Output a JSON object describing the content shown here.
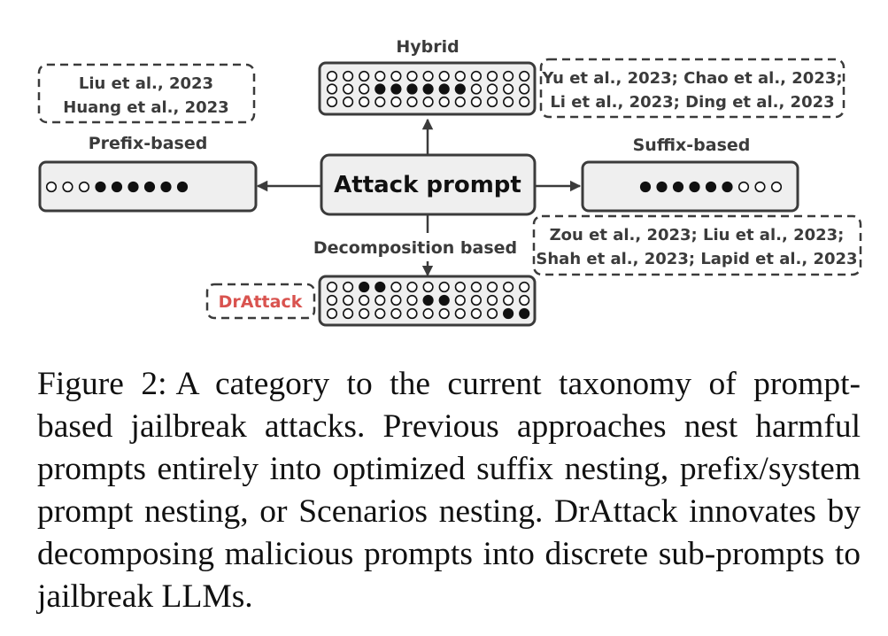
{
  "diagram": {
    "center": {
      "label": "Attack prompt"
    },
    "hybrid": {
      "title": "Hybrid",
      "rows": [
        [
          0,
          0,
          0,
          0,
          0,
          0,
          0,
          0,
          0,
          0,
          0,
          0,
          0
        ],
        [
          0,
          0,
          0,
          1,
          1,
          1,
          1,
          1,
          1,
          0,
          0,
          0,
          0
        ],
        [
          0,
          0,
          0,
          0,
          0,
          0,
          0,
          0,
          0,
          0,
          0,
          0,
          0
        ]
      ],
      "refs": [
        "Yu et al., 2023; Chao et al., 2023;",
        "Li et al., 2023; Ding et al., 2023"
      ]
    },
    "prefix": {
      "title": "Prefix-based",
      "tokens": [
        0,
        0,
        0,
        1,
        1,
        1,
        1,
        1,
        1
      ],
      "refs": [
        "Liu et al., 2023",
        "Huang et al., 2023"
      ]
    },
    "suffix": {
      "title": "Suffix-based",
      "tokens": [
        1,
        1,
        1,
        1,
        1,
        1,
        0,
        0,
        0
      ],
      "refs": [
        "Zou et al., 2023; Liu et al., 2023;",
        "Shah et al., 2023; Lapid et al., 2023"
      ]
    },
    "decomposition": {
      "title": "Decomposition based",
      "rows": [
        [
          0,
          0,
          1,
          1,
          0,
          0,
          0,
          0,
          0,
          0,
          0,
          0,
          0
        ],
        [
          0,
          0,
          0,
          0,
          0,
          0,
          1,
          1,
          0,
          0,
          0,
          0,
          0
        ],
        [
          0,
          0,
          0,
          0,
          0,
          0,
          0,
          0,
          0,
          0,
          0,
          1,
          1
        ]
      ],
      "method": "DrAttack"
    }
  },
  "caption": {
    "label": "Figure 2:",
    "text": "A category to the current taxonomy of prompt-based jailbreak attacks. Previous approaches nest harmful prompts entirely into optimized suffix nesting, prefix/system prompt nesting, or Scenarios nesting. DrAttack innovates by decomposing malicious prompts into discrete sub-prompts to jailbreak LLMs."
  },
  "colors": {
    "box_fill": "#efefef",
    "stroke": "#3b3b3b",
    "token_filled": "#111111",
    "method_text": "#d9534f"
  }
}
